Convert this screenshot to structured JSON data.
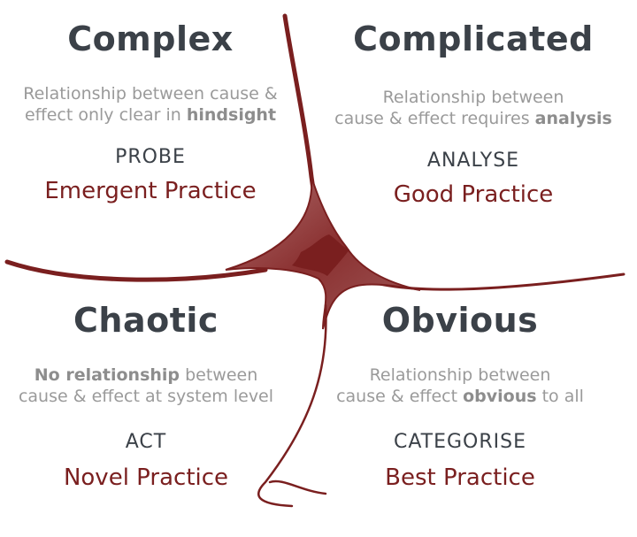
{
  "colors": {
    "title": "#3b4148",
    "description": "#9a9a9a",
    "action": "#3b4148",
    "practice": "#7a1f1f",
    "curve": "#7a1f1f"
  },
  "quadrants": {
    "complex": {
      "title": "Complex",
      "desc_line1": "Relationship between cause &",
      "desc_line2_pre": "effect only clear in ",
      "desc_line2_bold": "hindsight",
      "desc_line2_post": "",
      "action": "PROBE",
      "practice": "Emergent Practice"
    },
    "complicated": {
      "title": "Complicated",
      "desc_line1": "Relationship between",
      "desc_line2_pre": "cause & effect requires ",
      "desc_line2_bold": "analysis",
      "desc_line2_post": "",
      "action": "ANALYSE",
      "practice": "Good Practice"
    },
    "chaotic": {
      "title": "Chaotic",
      "desc_line1_bold": "No relationship",
      "desc_line1_post": " between",
      "desc_line2": "cause & effect at system level",
      "action": "ACT",
      "practice": "Novel Practice"
    },
    "obvious": {
      "title": "Obvious",
      "desc_line1": "Relationship between",
      "desc_line2_pre": "cause & effect ",
      "desc_line2_bold": "obvious",
      "desc_line2_post": " to all",
      "action": "CATEGORISE",
      "practice": "Best Practice"
    }
  }
}
